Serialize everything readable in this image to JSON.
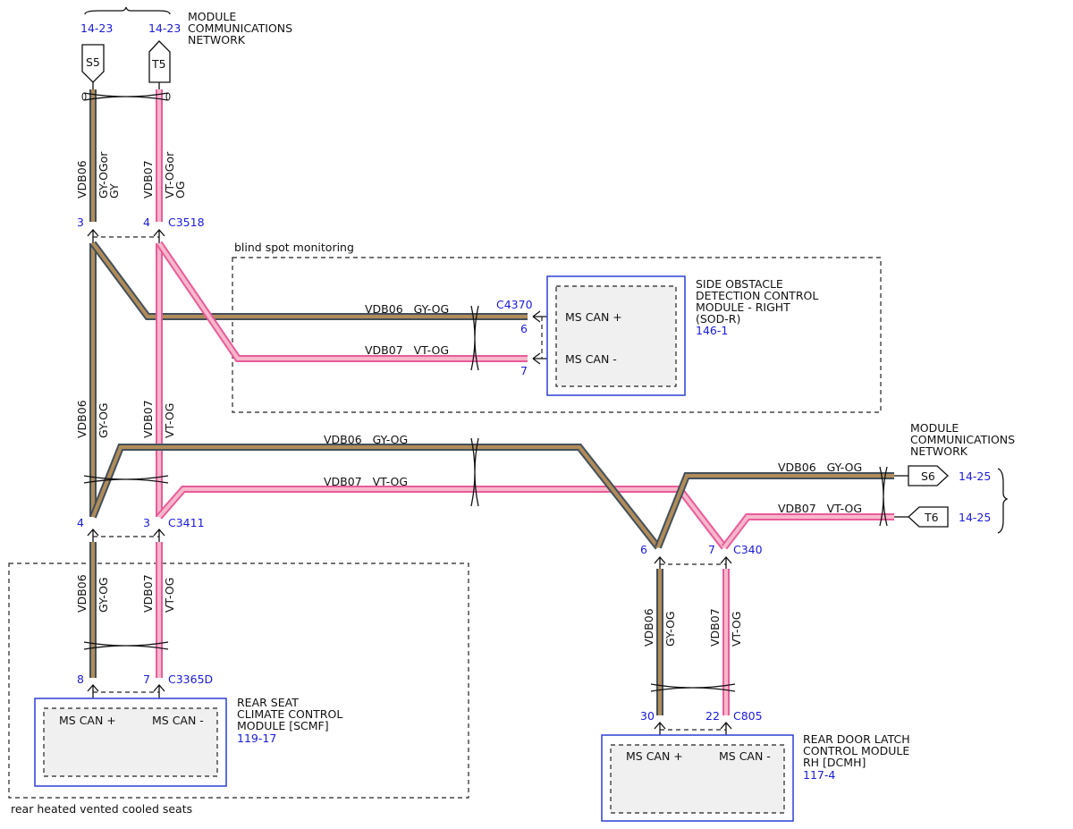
{
  "colors": {
    "gy_og_outer": "#44505a",
    "gy_og_inner": "#b08c5a",
    "vt_og_outer": "#e85c9a",
    "vt_og_inner": "#f7b8cc",
    "module_border": "#2b3fd6",
    "module_fill": "#f0f0f0",
    "pin_text": "#1a1adb"
  },
  "top": {
    "ref_left": "14-23",
    "ref_right": "14-23",
    "network_line1": "MODULE",
    "network_line2": "COMMUNICATIONS",
    "network_line3": "NETWORK",
    "conn_s": "S5",
    "conn_t": "T5",
    "wire_a_circuit": "VDB06",
    "wire_a_color1": "GY-OGor",
    "wire_a_color2": "GY",
    "wire_b_circuit": "VDB07",
    "wire_b_color1": "VT-OGor",
    "wire_b_color2": "OG"
  },
  "c3518": {
    "pin_a": "3",
    "pin_b": "4",
    "name": "C3518"
  },
  "bsm": {
    "label": "blind spot monitoring",
    "wire_a": "VDB06   GY-OG",
    "wire_b": "VDB07   VT-OG",
    "conn": "C4370",
    "pin_plus": "6",
    "pin_minus": "7",
    "module_plus": "MS CAN +",
    "module_minus": "MS CAN -",
    "title1": "SIDE OBSTACLE",
    "title2": "DETECTION CONTROL",
    "title3": "MODULE - RIGHT",
    "title4": "(SOD-R)",
    "ref": "146-1"
  },
  "mid": {
    "wire_a_circuit": "VDB06",
    "wire_a_color": "GY-OG",
    "wire_b_circuit": "VDB07",
    "wire_b_color": "VT-OG",
    "h_wire_a": "VDB06   GY-OG",
    "h_wire_b": "VDB07   VT-OG"
  },
  "c3411": {
    "pin_a": "4",
    "pin_b": "3",
    "name": "C3411"
  },
  "right_net": {
    "line1": "MODULE",
    "line2": "COMMUNICATIONS",
    "line3": "NETWORK",
    "wire_a": "VDB06   GY-OG",
    "wire_b": "VDB07   VT-OG",
    "conn_s": "S6",
    "conn_t": "T6",
    "ref_s": "14-25",
    "ref_t": "14-25"
  },
  "c340": {
    "pin_a": "6",
    "pin_b": "7",
    "name": "C340"
  },
  "seat": {
    "wire_a_circuit": "VDB06",
    "wire_a_color": "GY-OG",
    "wire_b_circuit": "VDB07",
    "wire_b_color": "VT-OG",
    "pin_a": "8",
    "pin_b": "7",
    "conn": "C3365D",
    "module_plus": "MS CAN +",
    "module_minus": "MS CAN -",
    "title1": "REAR SEAT",
    "title2": "CLIMATE CONTROL",
    "title3": "MODULE [SCMF]",
    "ref": "119-17",
    "area_label": "rear heated vented cooled seats"
  },
  "door": {
    "wire_a_circuit": "VDB06",
    "wire_a_color": "GY-OG",
    "wire_b_circuit": "VDB07",
    "wire_b_color": "VT-OG",
    "pin_a": "30",
    "pin_b": "22",
    "conn": "C805",
    "module_plus": "MS CAN +",
    "module_minus": "MS CAN -",
    "title1": "REAR DOOR LATCH",
    "title2": "CONTROL MODULE",
    "title3": "RH [DCMH]",
    "ref": "117-4"
  }
}
